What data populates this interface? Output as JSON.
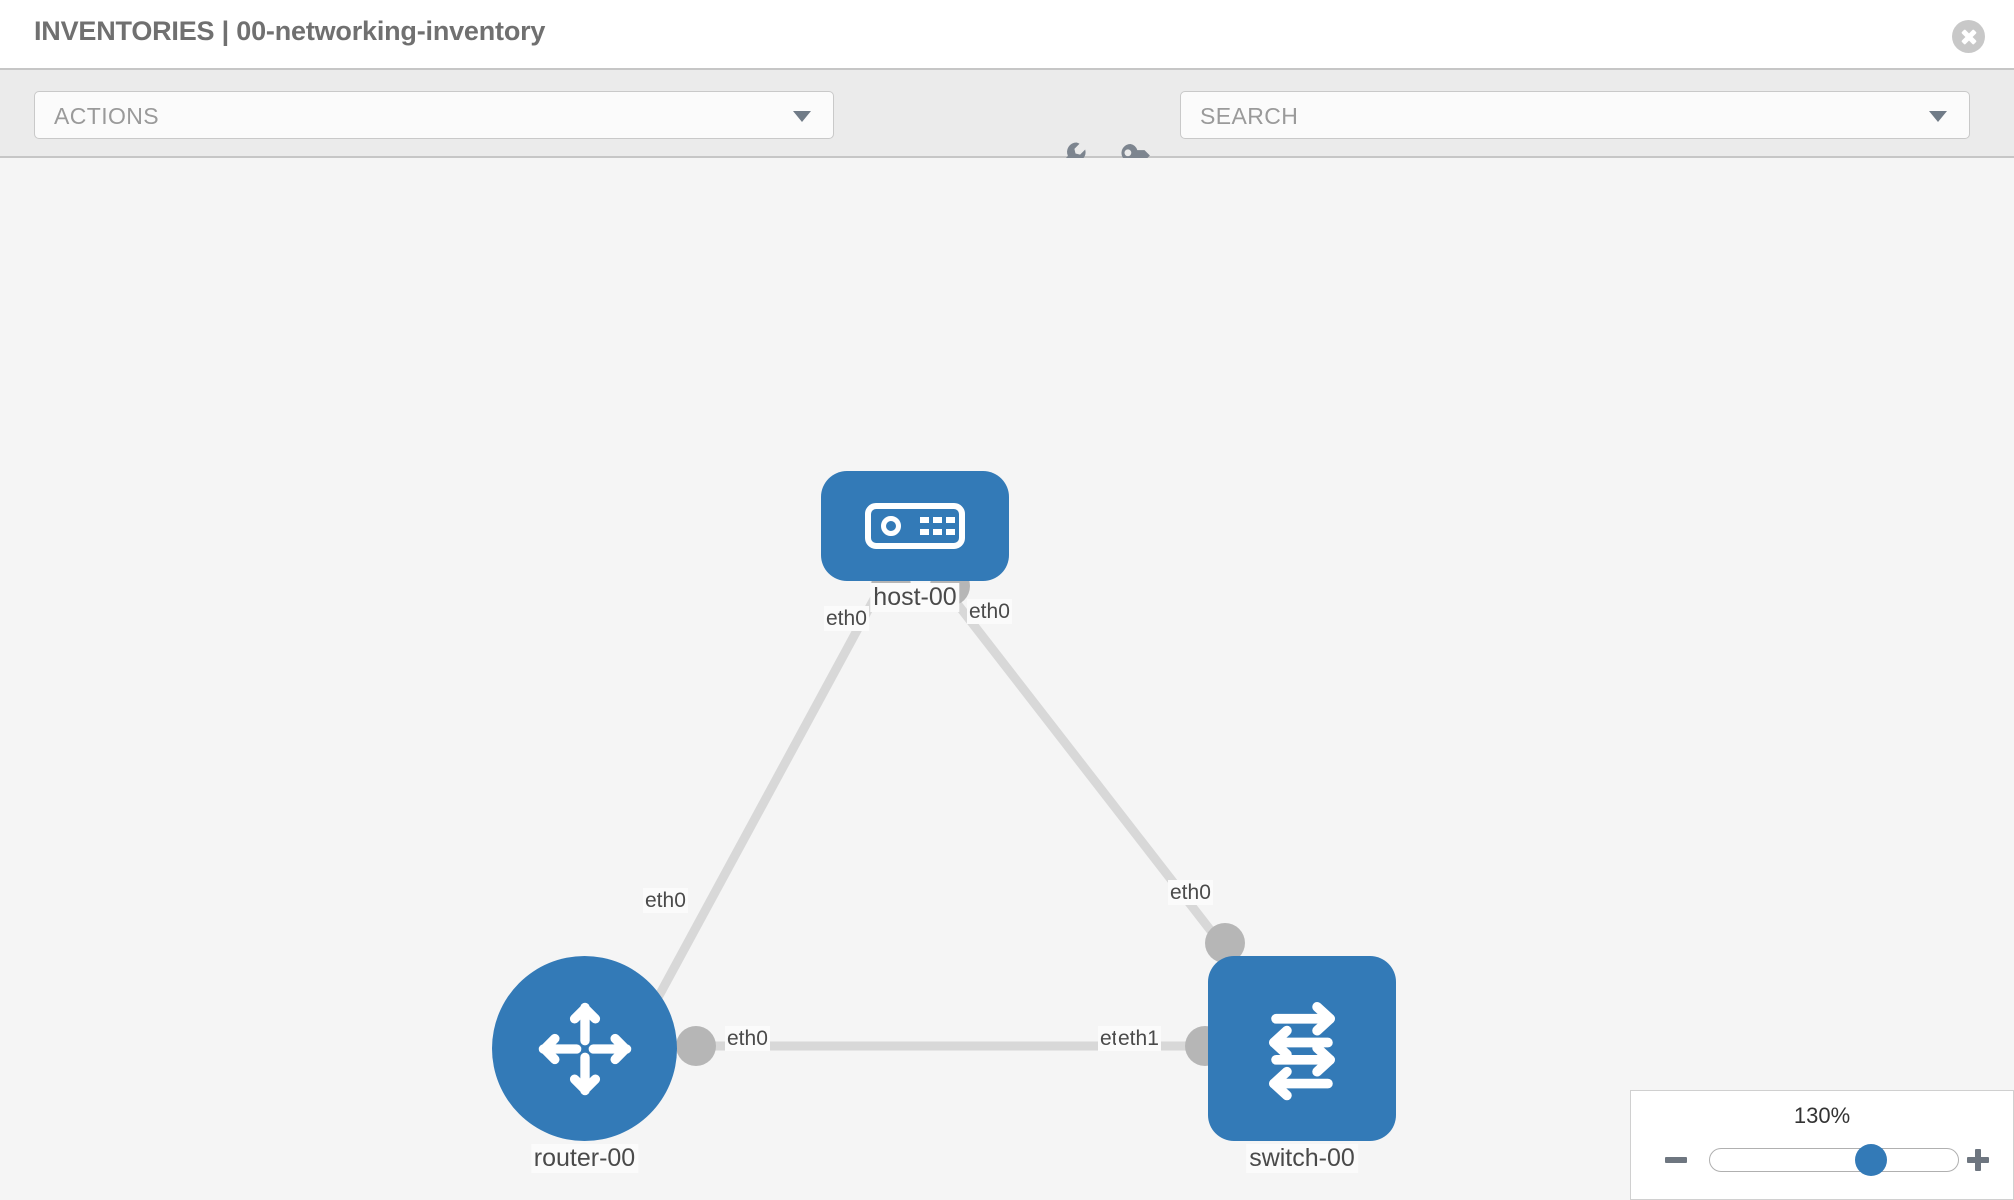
{
  "header": {
    "title": "INVENTORIES | 00-networking-inventory",
    "close_icon": "close-circle-icon"
  },
  "toolbar": {
    "actions_label": "ACTIONS",
    "actions_caret_icon": "chevron-down-icon",
    "wrench_icon": "wrench-icon",
    "key_icon": "key-icon",
    "search_placeholder": "SEARCH",
    "search_caret_icon": "chevron-down-icon"
  },
  "topology": {
    "nodes": [
      {
        "id": "host-00",
        "label": "host-00",
        "icon": "server-icon",
        "color": "#337ab7",
        "shape": "rounded-rect"
      },
      {
        "id": "router-00",
        "label": "router-00",
        "icon": "router-arrows-icon",
        "color": "#337ab7",
        "shape": "circle"
      },
      {
        "id": "switch-00",
        "label": "switch-00",
        "icon": "switch-arrows-icon",
        "color": "#337ab7",
        "shape": "rounded-square"
      }
    ],
    "link_labels": {
      "host_left": "eth0",
      "host_right": "eth0",
      "router_up": "eth0",
      "switch_up": "eth0",
      "router_right": "eth0",
      "switch_left_back": "eth0",
      "switch_left_front": "eth1"
    },
    "link_color": "#d8d8d8",
    "port_color": "#b6b6b6"
  },
  "zoom_control": {
    "value": "130%",
    "percent": 65,
    "minus_icon": "minus-icon",
    "plus_icon": "plus-icon"
  }
}
